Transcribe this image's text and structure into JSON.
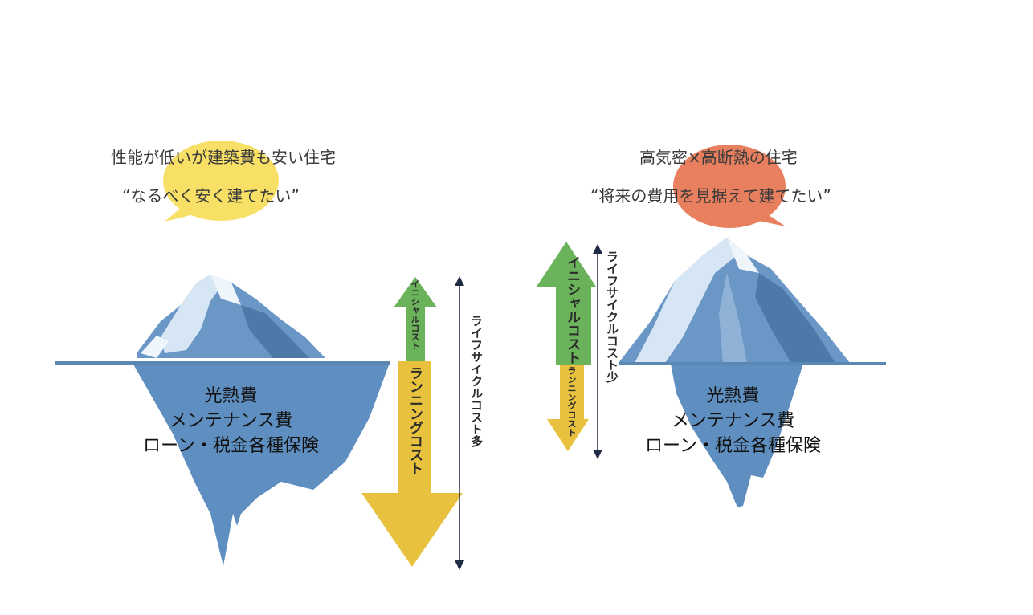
{
  "left": {
    "heading": "性能が低いが建築費も安い住宅",
    "quote": "“なるべく安く建てたい”",
    "underwater": {
      "line1": "光熱費",
      "line2": "メンテナンス費",
      "line3": "ローン・税金各種保険"
    },
    "initial_cost_label": "イニシャルコスト",
    "running_cost_label": "ランニングコスト",
    "lifecycle_label": "ライフサイクルコスト多"
  },
  "right": {
    "heading": "高気密×高断熱の住宅",
    "quote": "“将来の費用を見据えて建てたい”",
    "underwater": {
      "line1": "光熱費",
      "line2": "メンテナンス費",
      "line3": "ローン・税金各種保険"
    },
    "initial_cost_label": "イニシャルコスト",
    "running_cost_label": "ランニングコスト",
    "lifecycle_label": "ライフサイクルコスト少"
  },
  "colors": {
    "bubble_left": "#f8df66",
    "bubble_right": "#e8805f",
    "arrow_initial": "#6bb35a",
    "arrow_running": "#e8c23f",
    "water_line": "#5b87b3",
    "iceberg_under": "#5e8fc0",
    "iceberg_top_light": "#d6e6f4",
    "iceberg_top_dark": "#4d79a8",
    "dimension_line": "#1f2a44"
  }
}
